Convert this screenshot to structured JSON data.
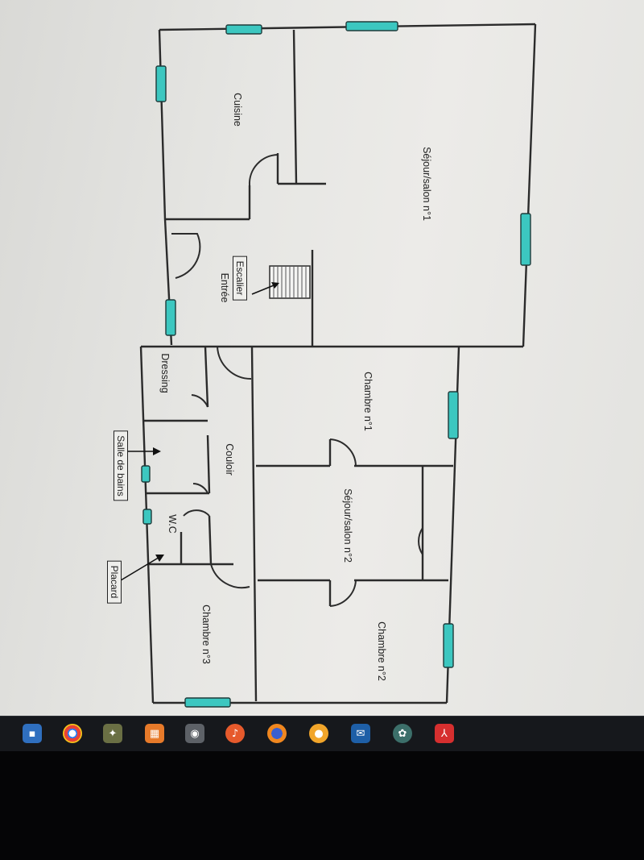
{
  "rooms": {
    "cuisine": "Cuisine",
    "sejour1": "Séjour/salon n°1",
    "escalier": "Escalier",
    "entree": "Entrée",
    "dressing": "Dressing",
    "chambre1": "Chambre n°1",
    "couloir": "Couloir",
    "sejour2": "Séjour/salon n°2",
    "salle_de_bains": "Salle de bains",
    "wc": "W.C",
    "placard": "Placard",
    "chambre3": "Chambre n°3",
    "chambre2": "Chambre n°2"
  },
  "colors": {
    "wall": "#2b2b2b",
    "window": "#3cc7c0"
  },
  "taskbar_icons": [
    "start-icon",
    "chrome-icon",
    "photos-icon",
    "app-icon",
    "camera-icon",
    "music-icon",
    "firefox-icon",
    "media-icon",
    "mail-icon",
    "settings-icon",
    "acrobat-icon"
  ]
}
